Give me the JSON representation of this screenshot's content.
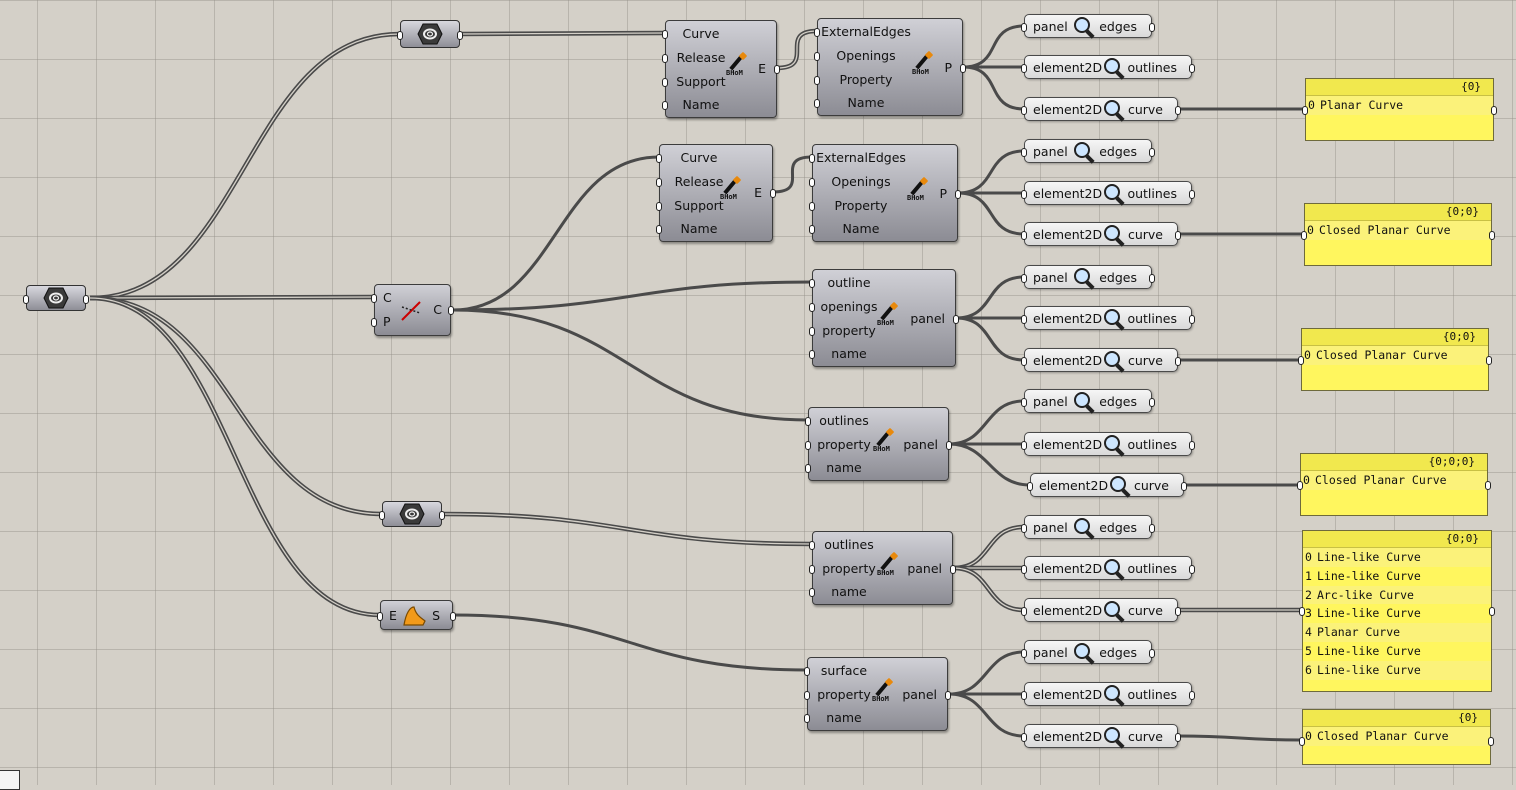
{
  "canvas": {
    "background": "#d4d0c8",
    "wire_color": "#4a4a4a",
    "panel_color": "#fff65e"
  },
  "icons": {
    "geometry_param": "hexagon-nut-icon",
    "cull_component": "dashed-line-icon",
    "surface_param": "orange-surface-icon",
    "bhom_wand": "bhom-wand-icon",
    "query": "magnifier-icon"
  },
  "c_node": {
    "input_c": "C",
    "input_p": "P",
    "output": "C"
  },
  "surface_node": {
    "input": "E",
    "output": "S"
  },
  "edge_nodes": [
    {
      "inputs": [
        "Curve",
        "Release",
        "Support",
        "Name"
      ],
      "output": "E"
    },
    {
      "inputs": [
        "Curve",
        "Release",
        "Support",
        "Name"
      ],
      "output": "E"
    }
  ],
  "opening_nodes": [
    {
      "inputs": [
        "ExternalEdges",
        "Openings",
        "Property",
        "Name"
      ],
      "output": "P"
    },
    {
      "inputs": [
        "ExternalEdges",
        "Openings",
        "Property",
        "Name"
      ],
      "output": "P"
    }
  ],
  "panel_nodes": [
    {
      "inputs": [
        "outline",
        "openings",
        "property",
        "name"
      ],
      "output": "panel"
    },
    {
      "inputs": [
        "outlines",
        "property",
        "name"
      ],
      "output": "panel"
    },
    {
      "inputs": [
        "outlines",
        "property",
        "name"
      ],
      "output": "panel"
    },
    {
      "inputs": [
        "surface",
        "property",
        "name"
      ],
      "output": "panel"
    }
  ],
  "queries": {
    "edges": {
      "left": "panel",
      "right": "edges"
    },
    "outlines": {
      "left": "element2D",
      "right": "outlines"
    },
    "curve": {
      "left": "element2D",
      "right": "curve"
    }
  },
  "result_panels": [
    {
      "path": "{0}",
      "rows": [
        {
          "i": "0",
          "t": "Planar Curve"
        }
      ]
    },
    {
      "path": "{0;0}",
      "rows": [
        {
          "i": "0",
          "t": "Closed Planar Curve"
        }
      ]
    },
    {
      "path": "{0;0}",
      "rows": [
        {
          "i": "0",
          "t": "Closed Planar Curve"
        }
      ]
    },
    {
      "path": "{0;0;0}",
      "rows": [
        {
          "i": "0",
          "t": "Closed Planar Curve"
        }
      ]
    },
    {
      "path": "{0;0}",
      "rows": [
        {
          "i": "0",
          "t": "Line-like Curve"
        },
        {
          "i": "1",
          "t": "Line-like Curve"
        },
        {
          "i": "2",
          "t": "Arc-like Curve"
        },
        {
          "i": "3",
          "t": "Line-like Curve"
        },
        {
          "i": "4",
          "t": "Planar Curve"
        },
        {
          "i": "5",
          "t": "Line-like Curve"
        },
        {
          "i": "6",
          "t": "Line-like Curve"
        }
      ]
    },
    {
      "path": "{0}",
      "rows": [
        {
          "i": "0",
          "t": "Closed Planar Curve"
        }
      ]
    }
  ]
}
